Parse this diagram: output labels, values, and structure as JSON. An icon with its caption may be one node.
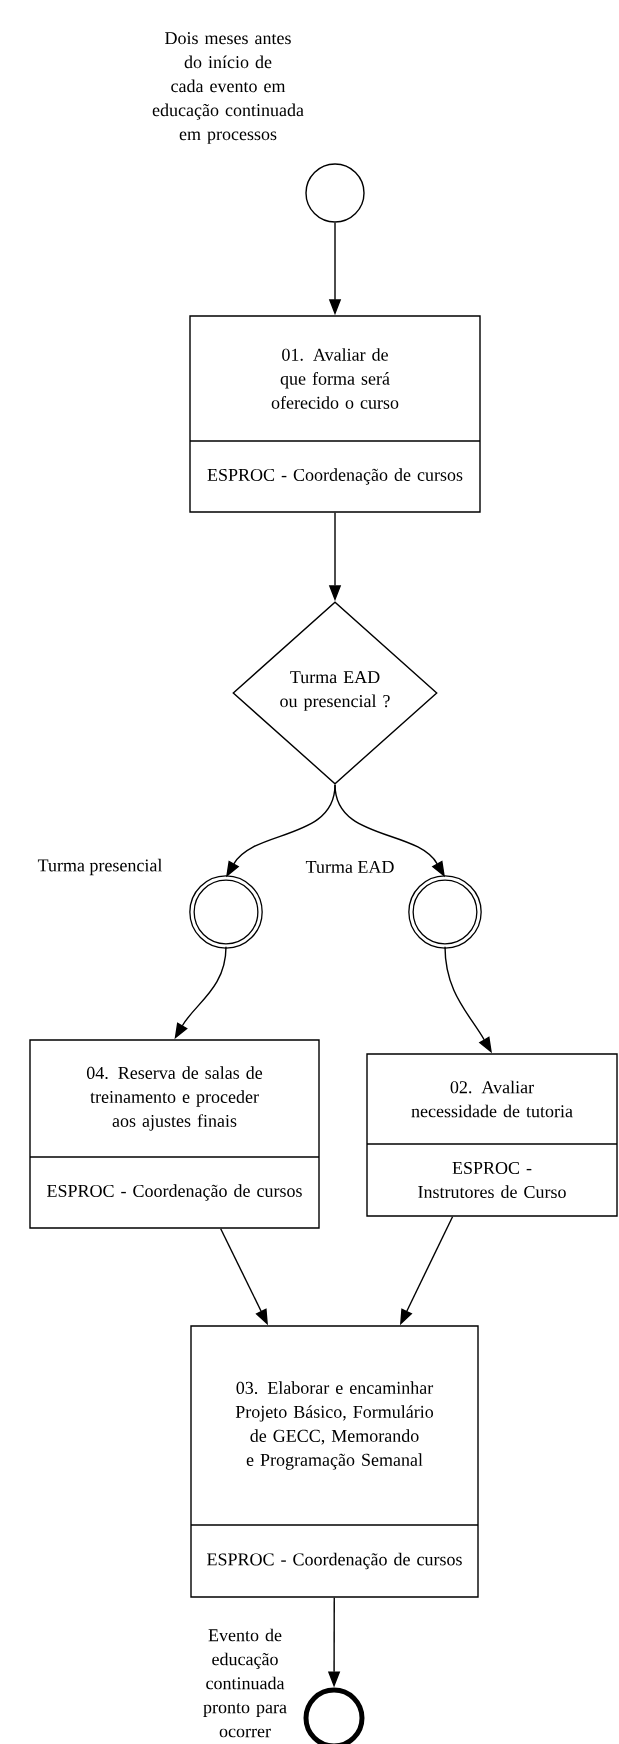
{
  "diagram": {
    "nodes": [
      {
        "text": [],
        "shape": "circle",
        "beside": [
          "Dois meses antes do início de cada evento em educação continuada em processos"
        ]
      },
      {
        "text": [
          "01. Avaliar de que forma será oferecido o curso",
          "ESPROC - Coordenação de cursos"
        ]
      },
      {
        "text": [
          "Turma EAD ou presencial ?"
        ]
      },
      {
        "text": [],
        "shape": "circle"
      },
      {
        "text": [],
        "shape": "circle"
      },
      {
        "text": [
          "04. Reserva de salas de treinamento e proceder aos ajustes finais",
          "ESPROC - Coordenação de cursos"
        ]
      },
      {
        "text": [
          "02. Avaliar necessidade de tutoria",
          "ESPROC - Instrutores de Curso"
        ]
      },
      {
        "text": [
          "03. Elaborar e encaminhar Projeto Básico, Formulário de GECC, Memorando e Programação Semanal",
          "ESPROC - Coordenação de cursos"
        ]
      },
      {
        "text": [],
        "shape": "circle",
        "beside": [
          "Evento de educação continuada pronto para ocorrer"
        ]
      }
    ],
    "edges": [
      {
        "from": 0,
        "to": 1,
        "arrow": "to"
      },
      {
        "from": 1,
        "to": 2,
        "arrow": "to"
      },
      {
        "from": 2,
        "to": 3,
        "arrow": "to",
        "label": "Turma presencial"
      },
      {
        "from": 2,
        "to": 4,
        "arrow": "to",
        "label": "Turma EAD"
      },
      {
        "from": 3,
        "to": 5,
        "arrow": "to"
      },
      {
        "from": 4,
        "to": 6,
        "arrow": "to"
      },
      {
        "from": 5,
        "to": 7,
        "arrow": "to"
      },
      {
        "from": 6,
        "to": 7,
        "arrow": "to"
      },
      {
        "from": 7,
        "to": 8,
        "arrow": "to"
      }
    ]
  }
}
